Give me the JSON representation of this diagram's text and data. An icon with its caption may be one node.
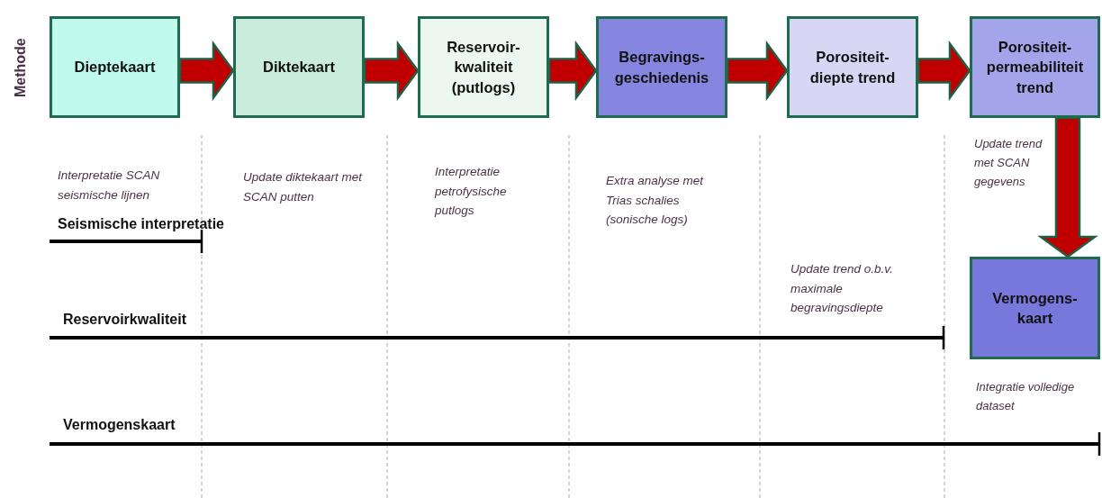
{
  "diagram": {
    "nodes": [
      {
        "text": [
          "Dieptekaart"
        ]
      },
      {
        "text": [
          "Diktekaart"
        ]
      },
      {
        "text": [
          "Reservoir- kwaliteit (putlogs)"
        ]
      },
      {
        "text": [
          "Begravings- geschiedenis"
        ]
      },
      {
        "text": [
          "Porositeit- diepte trend"
        ]
      },
      {
        "text": [
          "Porositeit- permeabiliteit trend"
        ]
      },
      {
        "text": [
          "Vermogens- kaart"
        ]
      }
    ],
    "edges": [
      {
        "from": 0,
        "to": 1,
        "arrow": "to"
      },
      {
        "from": 1,
        "to": 2,
        "arrow": "to"
      },
      {
        "from": 2,
        "to": 3,
        "arrow": "to"
      },
      {
        "from": 3,
        "to": 4,
        "arrow": "to"
      },
      {
        "from": 4,
        "to": 5,
        "arrow": "to"
      },
      {
        "from": 5,
        "to": 6,
        "arrow": "to"
      }
    ],
    "labels": [
      "Methode",
      "Interpretatie SCAN seismische lijnen",
      "Update diktekaart met SCAN putten",
      "Interpretatie petrofysische putlogs",
      "Extra analyse met Trias schalies (sonische logs)",
      "Update trend met SCAN gegevens",
      "Seismische interpretatie",
      "Update trend o.b.v. maximale begravingsdiepte",
      "Reservoirkwaliteit",
      "Integratie volledige dataset",
      "Vermogenskaart"
    ]
  }
}
